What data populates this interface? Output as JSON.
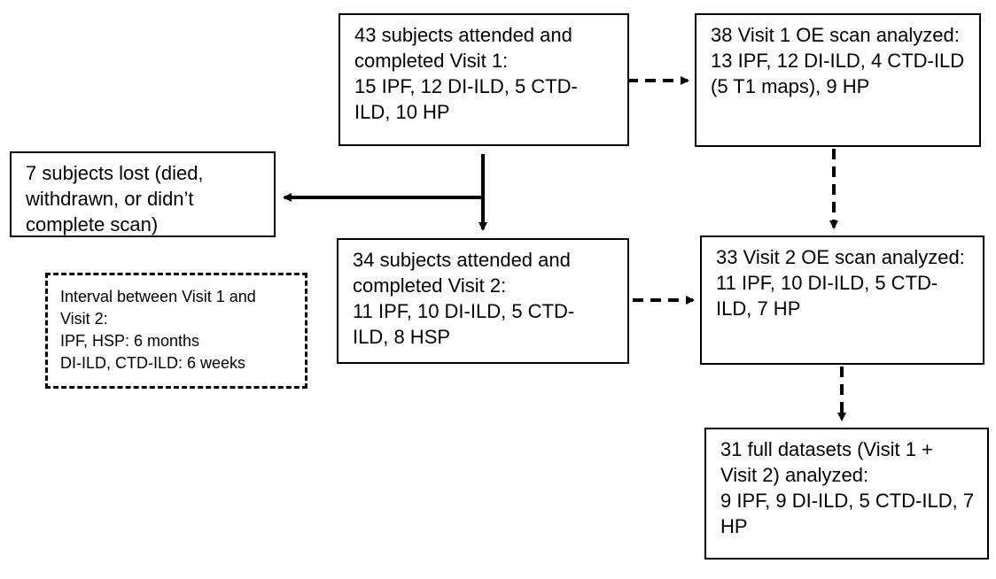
{
  "boxes": {
    "visit1_attended": "43 subjects attended and\ncompleted Visit 1:\n15 IPF,  12 DI-ILD, 5 CTD-\nILD, 10 HP",
    "visit1_scan": "38 Visit 1 OE scan analyzed:\n13 IPF,  12 DI-ILD, 4 CTD-ILD\n(5 T1 maps), 9 HP",
    "subjects_lost": "7 subjects lost (died,\nwithdrawn, or didn’t\ncomplete scan)",
    "visit2_attended": "34 subjects attended and\ncompleted Visit 2:\n11 IPF, 10 DI-ILD, 5 CTD-\nILD, 8 HSP",
    "visit2_scan": "33 Visit 2 OE scan analyzed:\n11 IPF,  10 DI-ILD, 5 CTD-\nILD, 7 HP",
    "full_datasets": "31 full datasets (Visit 1 +\nVisit 2) analyzed:\n9 IPF,  9 DI-ILD, 5 CTD-ILD, 7\nHP",
    "interval_note": "Interval between Visit 1 and\nVisit 2:\nIPF, HSP: 6 months\nDI-ILD, CTD-ILD: 6 weeks"
  }
}
